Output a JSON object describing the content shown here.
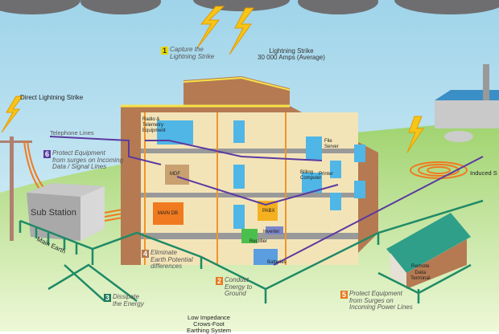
{
  "colors": {
    "sky": "#cfe9f4",
    "grass": "#b7df8f",
    "building": "#b57a52",
    "earth": "#1f8a66",
    "power": "#f07a20",
    "data": "#5b3aa0",
    "lightning": "#f5c518"
  },
  "labels": {
    "lightning_strike": [
      "Lightning Strike",
      "30 000 Amps (Average)"
    ],
    "direct_strike": "Direct Lightning Strike",
    "telephone_lines": "Telephone Lines",
    "sub_station": "Sub Station",
    "main_earth": "Main Earth",
    "radio": [
      "Radio &",
      "Telemetry",
      "Equipment"
    ],
    "mdf": "MDF",
    "main_db": "MAIN DB",
    "pabx": "PABX",
    "file_server": [
      "File",
      "Server"
    ],
    "billing_computer": [
      "Billing",
      "Computer"
    ],
    "printer": "Printer",
    "inverter": "Inverter",
    "rectifier": "Rectifier",
    "batteries": "Batteries",
    "remote_terminal": [
      "Remote",
      "Data",
      "Terminal"
    ],
    "induced": "Induced S",
    "crowsfoot": [
      "Low Impedance",
      "Crows-Foot",
      "Earthing System"
    ]
  },
  "steps": [
    {
      "num": "1",
      "lines": [
        "Capture the",
        "Lightning Strike"
      ],
      "color": "#e8d800"
    },
    {
      "num": "2",
      "lines": [
        "Conduct",
        "Energy to",
        "Ground"
      ],
      "color": "#e8781e"
    },
    {
      "num": "3",
      "lines": [
        "Dissipate",
        "the Energy"
      ],
      "color": "#1f7a5a"
    },
    {
      "num": "4",
      "lines": [
        "Eliminate",
        "Earth Potential",
        "differences"
      ],
      "color": "#b07850"
    },
    {
      "num": "5",
      "lines": [
        "Protect Equipment",
        "from Surges on",
        "Incoming Power Lines"
      ],
      "color": "#e8781e"
    },
    {
      "num": "6",
      "lines": [
        "Protect Equipment",
        "from surges on Incoming",
        "Data / Signal Lines"
      ],
      "color": "#5b3aa0"
    }
  ]
}
